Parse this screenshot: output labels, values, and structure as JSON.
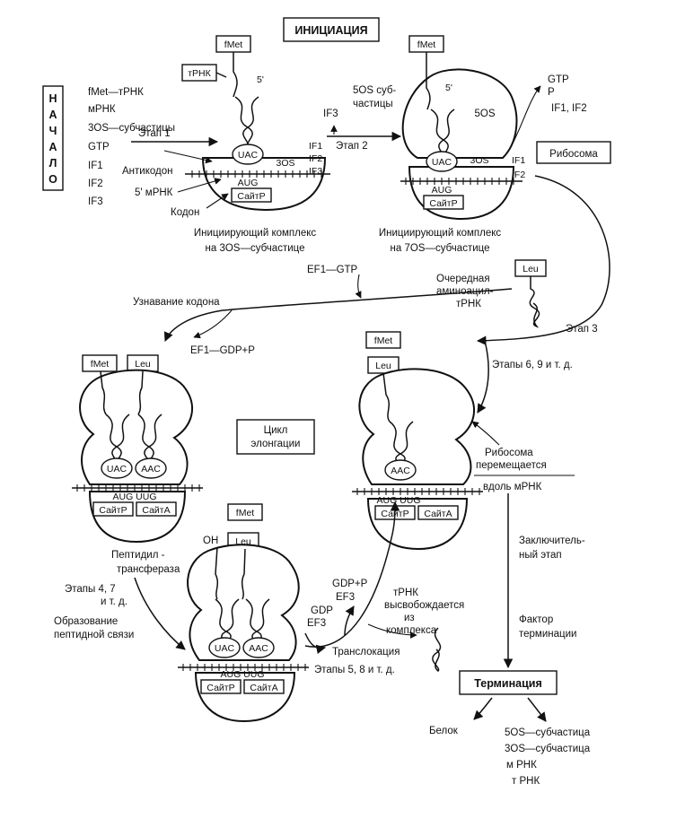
{
  "title": "ИНИЦИАЦИЯ",
  "start": {
    "letters": [
      "Н",
      "А",
      "Ч",
      "А",
      "Л",
      "О"
    ]
  },
  "ingredients": [
    "fMet—тРНК",
    "мРНК",
    "3OS—субчастицы",
    "GTP",
    "IF1",
    "IF2",
    "IF3"
  ],
  "init30": {
    "fmet": "fMet",
    "trna": "тРНК",
    "five_prime": "5'",
    "anticodon_seq": "UAC",
    "codon_seq": "AUG",
    "site": "СайтР",
    "subunit": "3OS",
    "if_labels": [
      "IF1",
      "IF2",
      "IF3"
    ],
    "stage": "Этап 1",
    "anticodon_label": "Антикодон",
    "mrna_label": "5' мРНК",
    "codon_label": "Кодон",
    "caption": [
      "Инициирующий комплекс",
      "на 3OS—субчастице"
    ]
  },
  "stage2": {
    "if3": "IF3",
    "sub50": [
      "5OS суб-",
      "частицы"
    ],
    "stage": "Этап 2"
  },
  "init70": {
    "fmet": "fMet",
    "five_prime": "5'",
    "large": "5OS",
    "small": "3OS",
    "anticodon_seq": "UAC",
    "codon_seq": "AUG",
    "site": "СайтР",
    "if_labels": [
      "IF1",
      "IF2"
    ],
    "caption": [
      "Инициирующий комплекс",
      "на 7OS—субчастице"
    ]
  },
  "released": [
    "GTP",
    "P",
    "IF1, IF2"
  ],
  "ribosome_label": "Рибосома",
  "aminoacyl": {
    "ef": "EF1—GTP",
    "label": [
      "Очередная",
      "аминоацил-",
      "тРНК"
    ],
    "leu": "Leu",
    "stage3": "Этап 3"
  },
  "recognition": {
    "label": "Узнавание кодона",
    "ef_out": "EF1—GDP+P"
  },
  "stages_69": "Этапы 6, 9 и т. д.",
  "left_ribo": {
    "fmet": "fMet",
    "leu": "Leu",
    "anti1": "UAC",
    "anti2": "AAC",
    "codons": "AUG UUG",
    "site_p": "СайтР",
    "site_a": "СайтА",
    "transferase": [
      "Пептидил -",
      "трансфераза"
    ]
  },
  "elongation": [
    "Цикл",
    "элонгации"
  ],
  "right_ribo": {
    "fmet": "fMet",
    "leu": "Leu",
    "anti": "AAC",
    "codons": "AUG UUG",
    "site_p": "СайтР",
    "site_a": "СайтА"
  },
  "moves": [
    "Рибосома",
    "перемещается",
    "вдоль мРНК"
  ],
  "bottom_ribo": {
    "fmet": "fMet",
    "leu": "Leu",
    "oh": "OH",
    "anti1": "UAC",
    "anti2": "AAC",
    "codons": "AUG UUG",
    "site_p": "СайтР",
    "site_a": "СайтА"
  },
  "stages_47": [
    "Этапы 4, 7",
    "и т. д."
  ],
  "peptide_bond": [
    "Образование",
    "пептидной связи"
  ],
  "translocation": {
    "gdp_in": [
      "GDP",
      "EF3"
    ],
    "gdp_out": [
      "GDP+P",
      "EF3"
    ],
    "trna_free": [
      "тРНК",
      "высвобождается",
      "из",
      "комплекса"
    ],
    "label": "Транслокация",
    "stages": "Этапы 5, 8 и т. д."
  },
  "final": [
    "Заключитель-",
    "ный этап"
  ],
  "termination_factor": [
    "Фактор",
    "терминации"
  ],
  "termination": "Терминация",
  "protein": "Белок",
  "products": [
    "5OS—субчастица",
    "3OS—субчастица",
    "м РНК",
    "т РНК"
  ]
}
